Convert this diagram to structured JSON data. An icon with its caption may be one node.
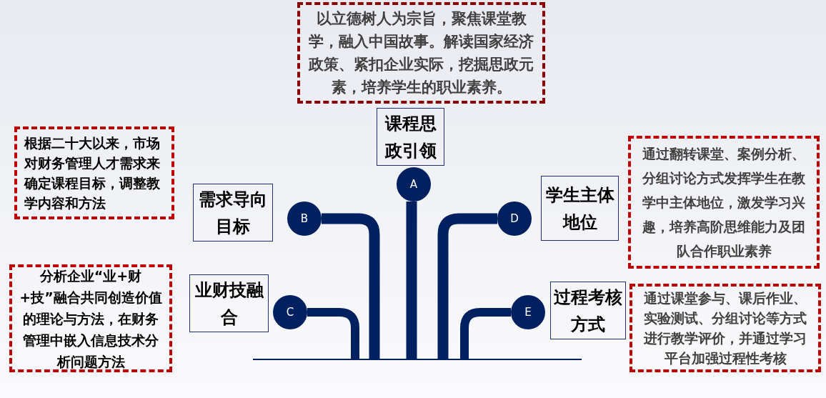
{
  "diagram": {
    "nodes": [
      {
        "text": [
          "以立德树人为宗旨，聚焦课堂教学，融入中国故事。解读国家经济政策、紧扣企业实际，挖掘思政元素，培养学生的职业素养。"
        ]
      },
      {
        "text": [
          "课程思政引领"
        ]
      },
      {
        "text": [
          "根据二十大以来，市场对财务管理人才需求来确定课程目标，调整教学内容和方法"
        ]
      },
      {
        "text": [
          "通过翻转课堂、案例分析、分组讨论方式发挥学生在教学中主体地位，激发学习兴趣，培养高阶思维能力及团队合作职业素养"
        ]
      },
      {
        "text": [
          "需求导向目标"
        ]
      },
      {
        "text": [
          "学生主体地位"
        ]
      },
      {
        "text": [
          "A"
        ]
      },
      {
        "text": [
          "B"
        ]
      },
      {
        "text": [
          "D"
        ]
      },
      {
        "text": [
          "分析企业“业+财+技”融合共同创造价值的理论与方法，在财务管理中嵌入信息技术分析问题方法"
        ]
      },
      {
        "text": [
          "业财技融合"
        ]
      },
      {
        "text": [
          "过程考核方式"
        ]
      },
      {
        "text": [
          "通过课堂参与、课后作业、实验测试、分组讨论等方式进行教学评价，并通过学习平台加强过程性考核"
        ]
      },
      {
        "text": [
          "C"
        ]
      },
      {
        "text": [
          "E"
        ]
      },
      {
        "text": [],
        "shape": "bar"
      }
    ],
    "edges": [
      {
        "from": 6,
        "to": 15,
        "arrow": "none"
      },
      {
        "from": 7,
        "to": 15,
        "arrow": "none"
      },
      {
        "from": 8,
        "to": 15,
        "arrow": "none"
      },
      {
        "from": 13,
        "to": 15,
        "arrow": "none"
      },
      {
        "from": 14,
        "to": 15,
        "arrow": "none"
      }
    ]
  }
}
